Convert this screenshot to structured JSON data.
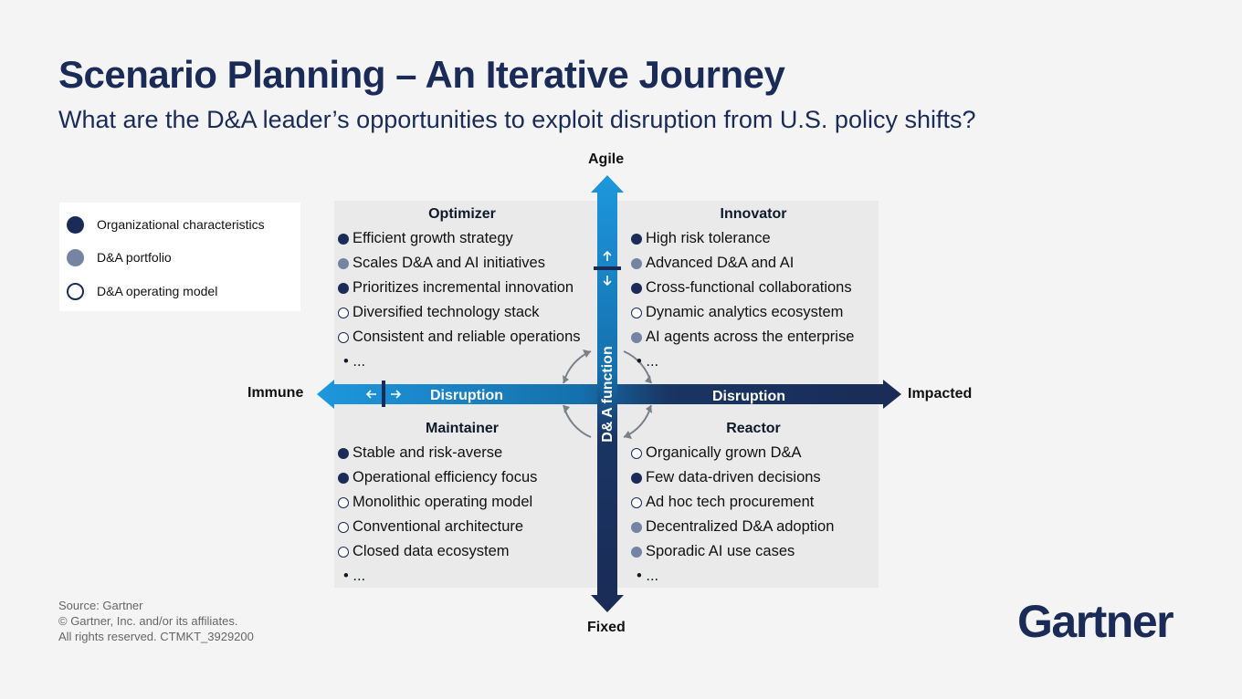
{
  "title": "Scenario Planning – An Iterative Journey",
  "subtitle": "What are the D&A leader’s opportunities to exploit disruption from U.S. policy shifts?",
  "legend": [
    {
      "label": "Organizational characteristics",
      "type": "org"
    },
    {
      "label": "D&A portfolio",
      "type": "port"
    },
    {
      "label": "D&A operating model",
      "type": "opm"
    }
  ],
  "axes": {
    "top": "Agile",
    "bottom": "Fixed",
    "left": "Immune",
    "right": "Impacted",
    "vertical_label": "D& A function",
    "horizontal_left_label": "Disruption",
    "horizontal_right_label": "Disruption"
  },
  "quadrants": {
    "optimizer": {
      "title": "Optimizer",
      "items": [
        {
          "text": "Efficient growth strategy",
          "type": "org"
        },
        {
          "text": "Scales D&A and AI initiatives",
          "type": "port"
        },
        {
          "text": "Prioritizes incremental innovation",
          "type": "org"
        },
        {
          "text": "Diversified technology stack",
          "type": "opm"
        },
        {
          "text": "Consistent and reliable operations",
          "type": "opm"
        }
      ],
      "ellipsis": "• ..."
    },
    "innovator": {
      "title": "Innovator",
      "items": [
        {
          "text": "High risk tolerance",
          "type": "org"
        },
        {
          "text": "Advanced D&A and AI",
          "type": "port"
        },
        {
          "text": "Cross-functional collaborations",
          "type": "org"
        },
        {
          "text": "Dynamic analytics ecosystem",
          "type": "opm"
        },
        {
          "text": "AI agents across the enterprise",
          "type": "port"
        }
      ],
      "ellipsis": "• ..."
    },
    "maintainer": {
      "title": "Maintainer",
      "items": [
        {
          "text": "Stable and risk-averse",
          "type": "org"
        },
        {
          "text": "Operational efficiency focus",
          "type": "org"
        },
        {
          "text": "Monolithic operating model",
          "type": "opm"
        },
        {
          "text": "Conventional architecture",
          "type": "opm"
        },
        {
          "text": "Closed data ecosystem",
          "type": "opm"
        }
      ],
      "ellipsis": "• ..."
    },
    "reactor": {
      "title": "Reactor",
      "items": [
        {
          "text": "Organically grown D&A",
          "type": "opm"
        },
        {
          "text": "Few data-driven decisions",
          "type": "org"
        },
        {
          "text": "Ad hoc tech procurement",
          "type": "opm"
        },
        {
          "text": "Decentralized D&A adoption",
          "type": "port"
        },
        {
          "text": "Sporadic AI use cases",
          "type": "port"
        }
      ],
      "ellipsis": "• ..."
    }
  },
  "source": [
    "Source: Gartner",
    "© Gartner, Inc. and/or its affiliates.",
    "All rights reserved. CTMKT_3929200"
  ],
  "logo": "Gartner",
  "colors": {
    "navy": "#1a2b57",
    "blue": "#1a8fd6",
    "portfolio": "#7584a3",
    "quadrant_bg": "#eaeaea"
  }
}
